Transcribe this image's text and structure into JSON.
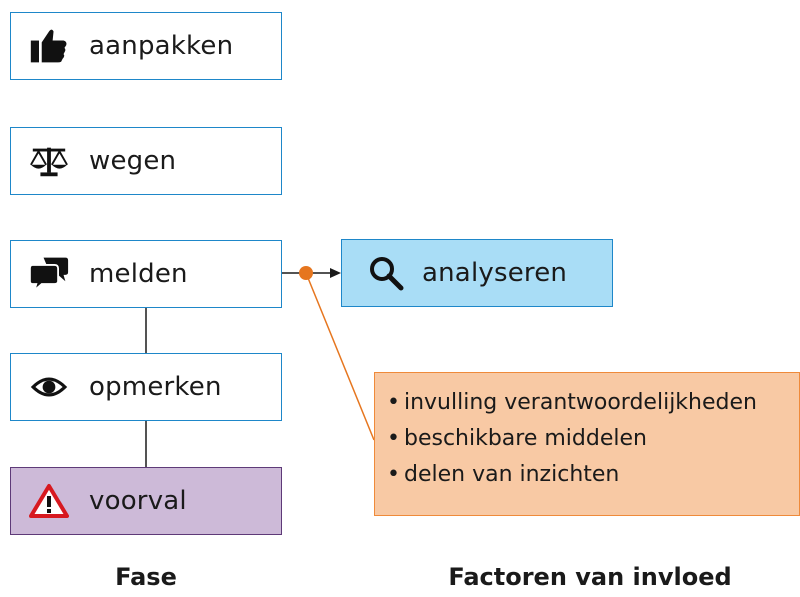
{
  "phases": [
    {
      "label": "aanpakken",
      "icon": "thumbs-up-icon"
    },
    {
      "label": "wegen",
      "icon": "scales-icon"
    },
    {
      "label": "melden",
      "icon": "speech-bubbles-icon"
    },
    {
      "label": "opmerken",
      "icon": "eye-icon"
    },
    {
      "label": "voorval",
      "icon": "warning-icon"
    }
  ],
  "analysis": {
    "label": "analyseren",
    "icon": "magnifier-icon"
  },
  "factors": {
    "items": [
      "invulling verantwoordelijkheden",
      "beschikbare middelen",
      "delen van inzichten"
    ]
  },
  "captions": {
    "phase": "Fase",
    "factors": "Factoren van invloed"
  },
  "colors": {
    "box_border": "#1e87c9",
    "voorval_fill": "#cdbad8",
    "analyseren_fill": "#a9ddf6",
    "factors_fill": "#f8c9a4",
    "factors_border": "#ef8a3a",
    "connector_orange": "#e6761f"
  }
}
